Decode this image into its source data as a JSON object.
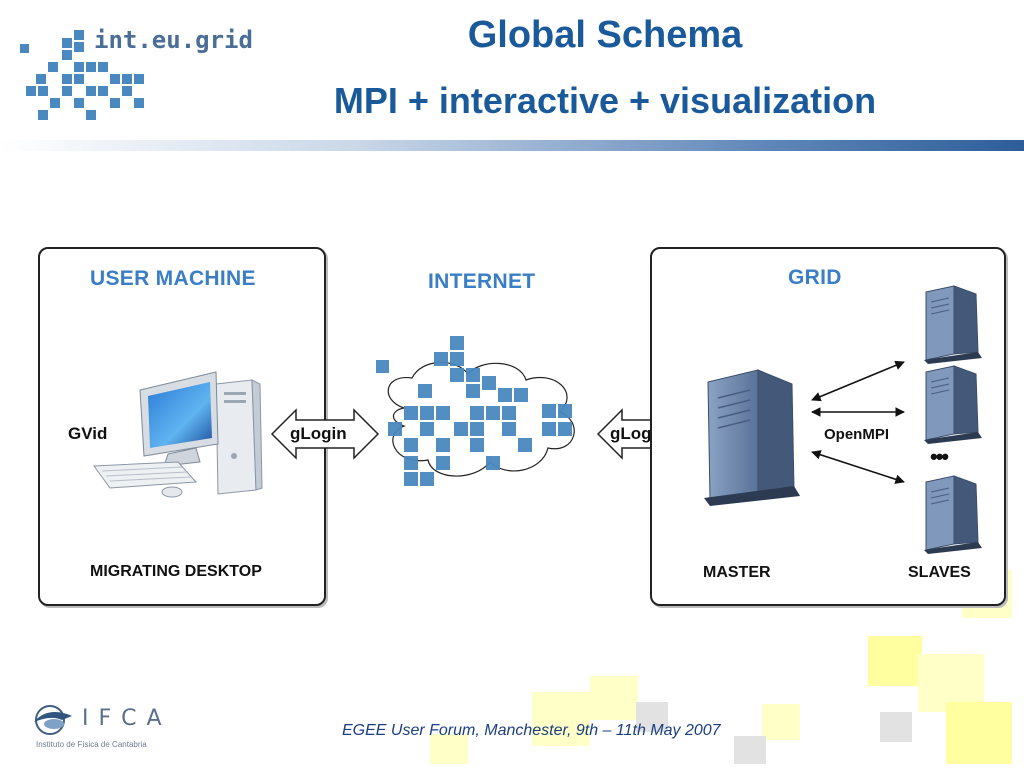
{
  "logo_text": "int.eu.grid",
  "title": "Global Schema",
  "subtitle": "MPI + interactive + visualization",
  "diagram": {
    "user_machine": {
      "heading": "USER MACHINE",
      "app_label": "GVid",
      "footer": "MIGRATING DESKTOP"
    },
    "internet": {
      "heading": "INTERNET"
    },
    "arrow_left": {
      "label": "gLogin"
    },
    "arrow_right": {
      "label": "gLogin"
    },
    "grid": {
      "heading": "GRID",
      "protocol": "OpenMPI",
      "master_label": "MASTER",
      "slaves_label": "SLAVES",
      "ellipsis": "•••"
    }
  },
  "footer": {
    "event": "EGEE User Forum, Manchester, 9th – 11th May 2007",
    "ifca_mark": "IFCA",
    "ifca_name": "Instituto de Física de Cantabria"
  },
  "colors": {
    "title": "#1a5a9a",
    "heading": "#3a7ec6",
    "grid_square": "#4a88c0"
  }
}
